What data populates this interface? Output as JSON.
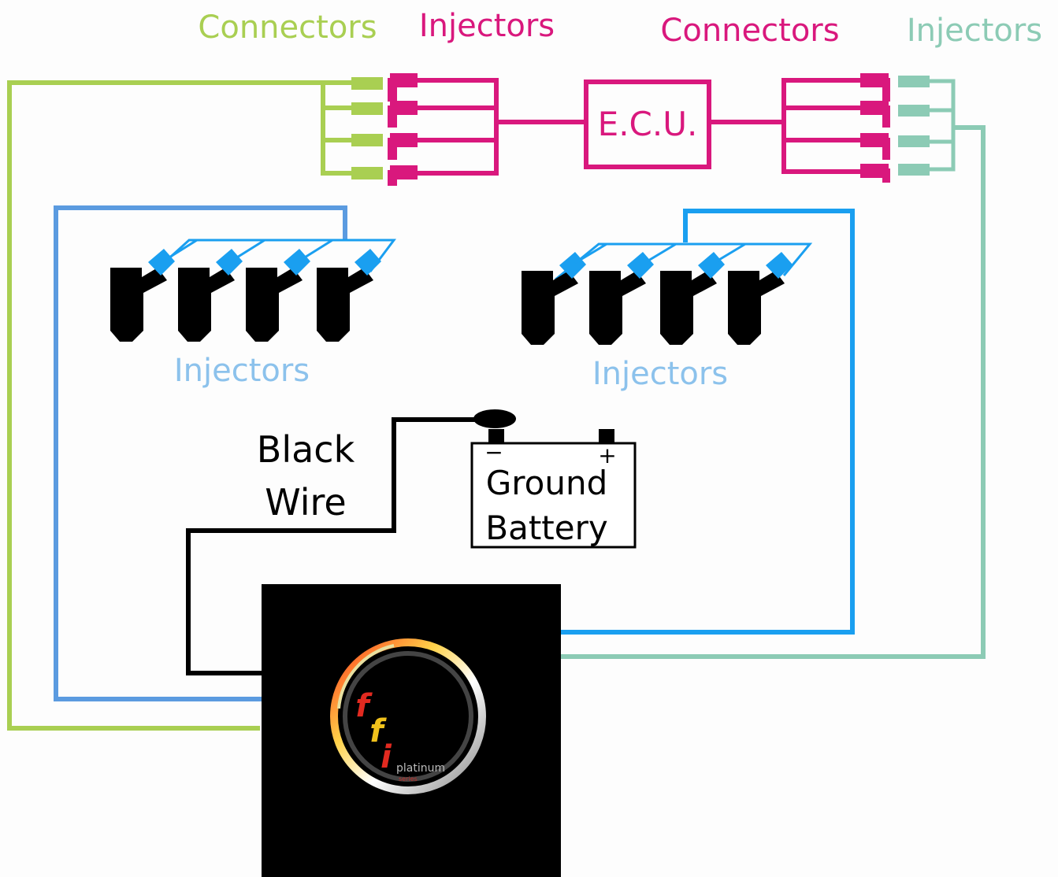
{
  "labels": {
    "connectors_left": "Connectors",
    "injectors_top_left": "Injectors",
    "connectors_right": "Connectors",
    "injectors_top_right": "Injectors",
    "ecu": "E.C.U.",
    "injectors_bank_left": "Injectors",
    "injectors_bank_right": "Injectors",
    "black_wire_line1": "Black",
    "black_wire_line2": "Wire",
    "battery_line1": "Ground",
    "battery_line2": "Battery",
    "battery_minus": "−",
    "battery_plus": "+"
  },
  "logo": {
    "letters": [
      "f",
      "f",
      "i"
    ],
    "caption": "platinum",
    "subcaption": "series"
  },
  "colors": {
    "green_wire": "#a9cf52",
    "magenta": "#d9187d",
    "teal_wire": "#8ccbb5",
    "blue_wire_left": "#5b9be0",
    "blue_wire_right": "#1a9ff0",
    "injector_body": "#000000",
    "injector_cap": "#1a9ff0",
    "black_wire": "#000000",
    "controller_box": "#000000"
  }
}
